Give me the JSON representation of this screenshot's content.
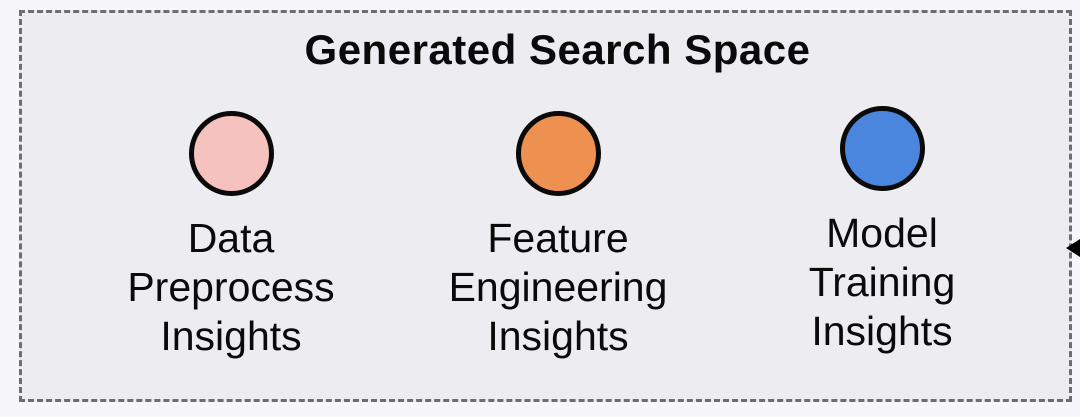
{
  "figure": {
    "background": "#f7f7fb"
  },
  "panel": {
    "title": "Generated Search Space",
    "background": "#ececf1",
    "border_color": "#6e6e6e",
    "text_color": "#0a0a0a",
    "items": [
      {
        "id": "data-preprocess",
        "icon": "pink-circle-icon",
        "circle_color": "#f5c2bd",
        "circle_border_color": "#0a0a0a",
        "lines": [
          "Data",
          "Preprocess",
          "Insights"
        ]
      },
      {
        "id": "feature-engineering",
        "icon": "orange-circle-icon",
        "circle_color": "#ee9150",
        "circle_border_color": "#0a0a0a",
        "lines": [
          "Feature",
          "Engineering",
          "Insights"
        ]
      },
      {
        "id": "model-training",
        "icon": "blue-circle-icon",
        "circle_color": "#4a86dd",
        "circle_border_color": "#0a0a0a",
        "lines": [
          "Model",
          "Training",
          "Insights"
        ]
      }
    ],
    "arrow": {
      "icon": "arrowhead-left-icon",
      "color": "#000000"
    }
  }
}
